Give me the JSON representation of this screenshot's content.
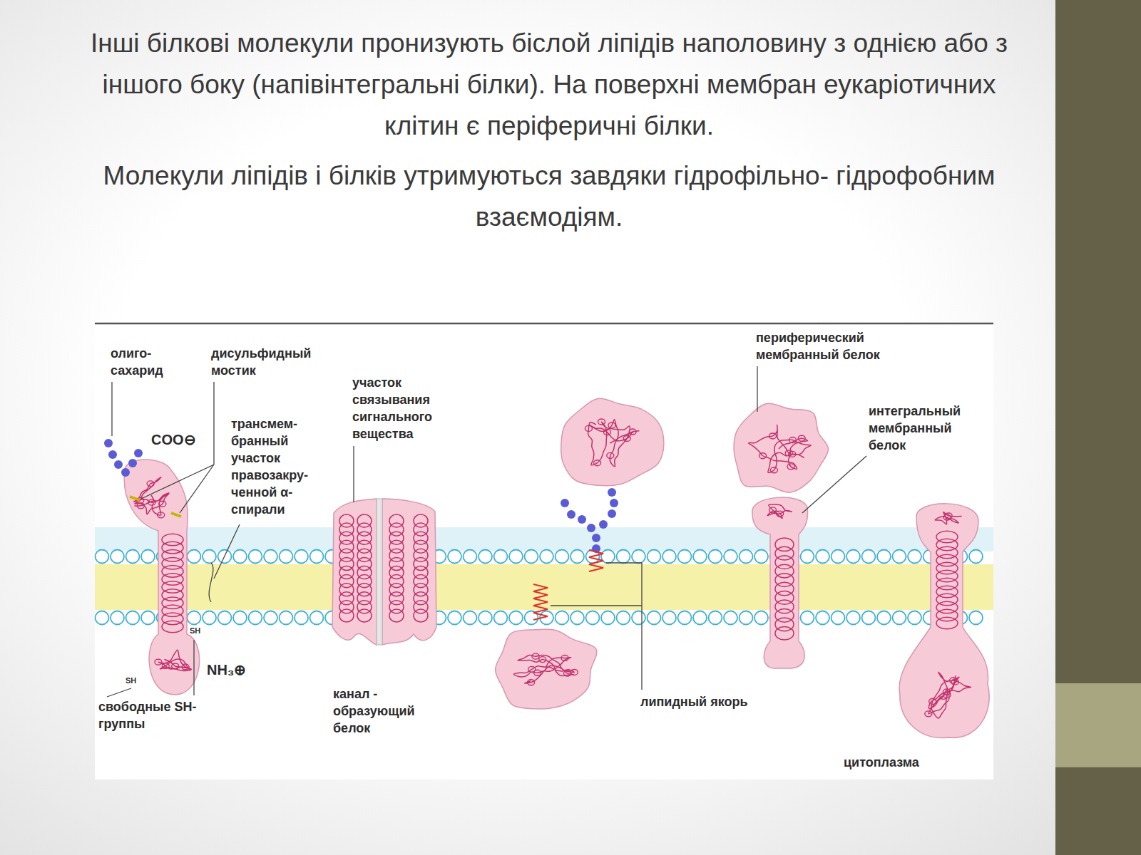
{
  "diagram": {
    "title": "Інші білкові молекули пронизують біслой ліпідів наполовину з однією або з іншого боку (напівінтегральні білки). На поверхні мембран еукаріотичних клітин є періферичні білки.",
    "labels": [
      "Молекули ліпідів і білків утримуються завдяки гідрофільно- гідрофобним взаємодіям.",
      "олиго- сахарид",
      "дисульфидный мостик",
      "COO⊖",
      "трансмем- бранный участок правозакру- ченной α-спирали",
      "участок связывания сигнального вещества",
      "периферический мембранный белок",
      "интегральный мембранный белок",
      "SH",
      "SH",
      "NH₃⊕",
      "свободные SH-группы",
      "канал - образующий белок",
      "липидный якорь",
      "цитоплазма"
    ]
  }
}
